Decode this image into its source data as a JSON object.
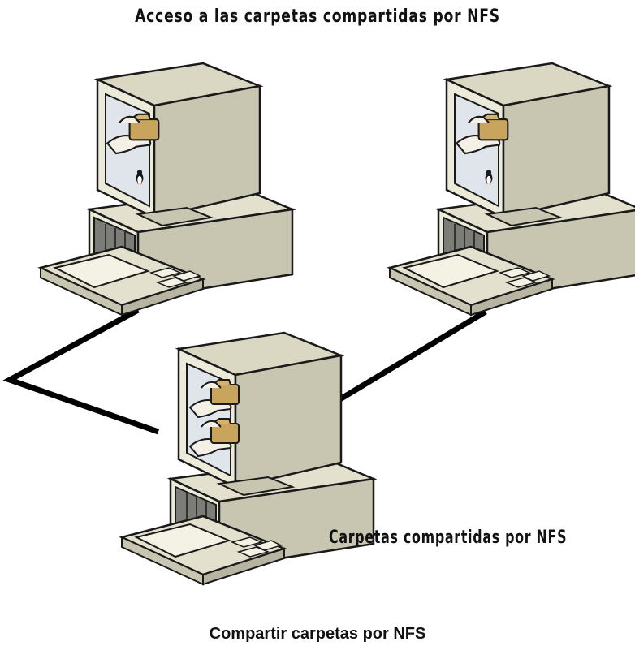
{
  "diagram": {
    "header_text": "Acceso a las carpetas compartidas por NFS",
    "server_text": "Carpetas compartidas por NFS",
    "caption": "Compartir carpetas por NFS"
  },
  "colors": {
    "case_front": "#ecebd9",
    "case_side": "#c8c6b1",
    "case_top": "#dad8c3",
    "outline": "#1a1a1a",
    "screen": "#dfe5ea",
    "folder": "#c9a45c",
    "hand": "#f4f0e6",
    "cable": "#000000",
    "drive_panel": "#7d7d78",
    "desk_top": "#e3e1cd"
  },
  "icons": {
    "client_screen": [
      "hand-folder-icon",
      "tux-icon"
    ],
    "server_screen": [
      "hand-folder-icon",
      "hand-folder-icon"
    ]
  }
}
